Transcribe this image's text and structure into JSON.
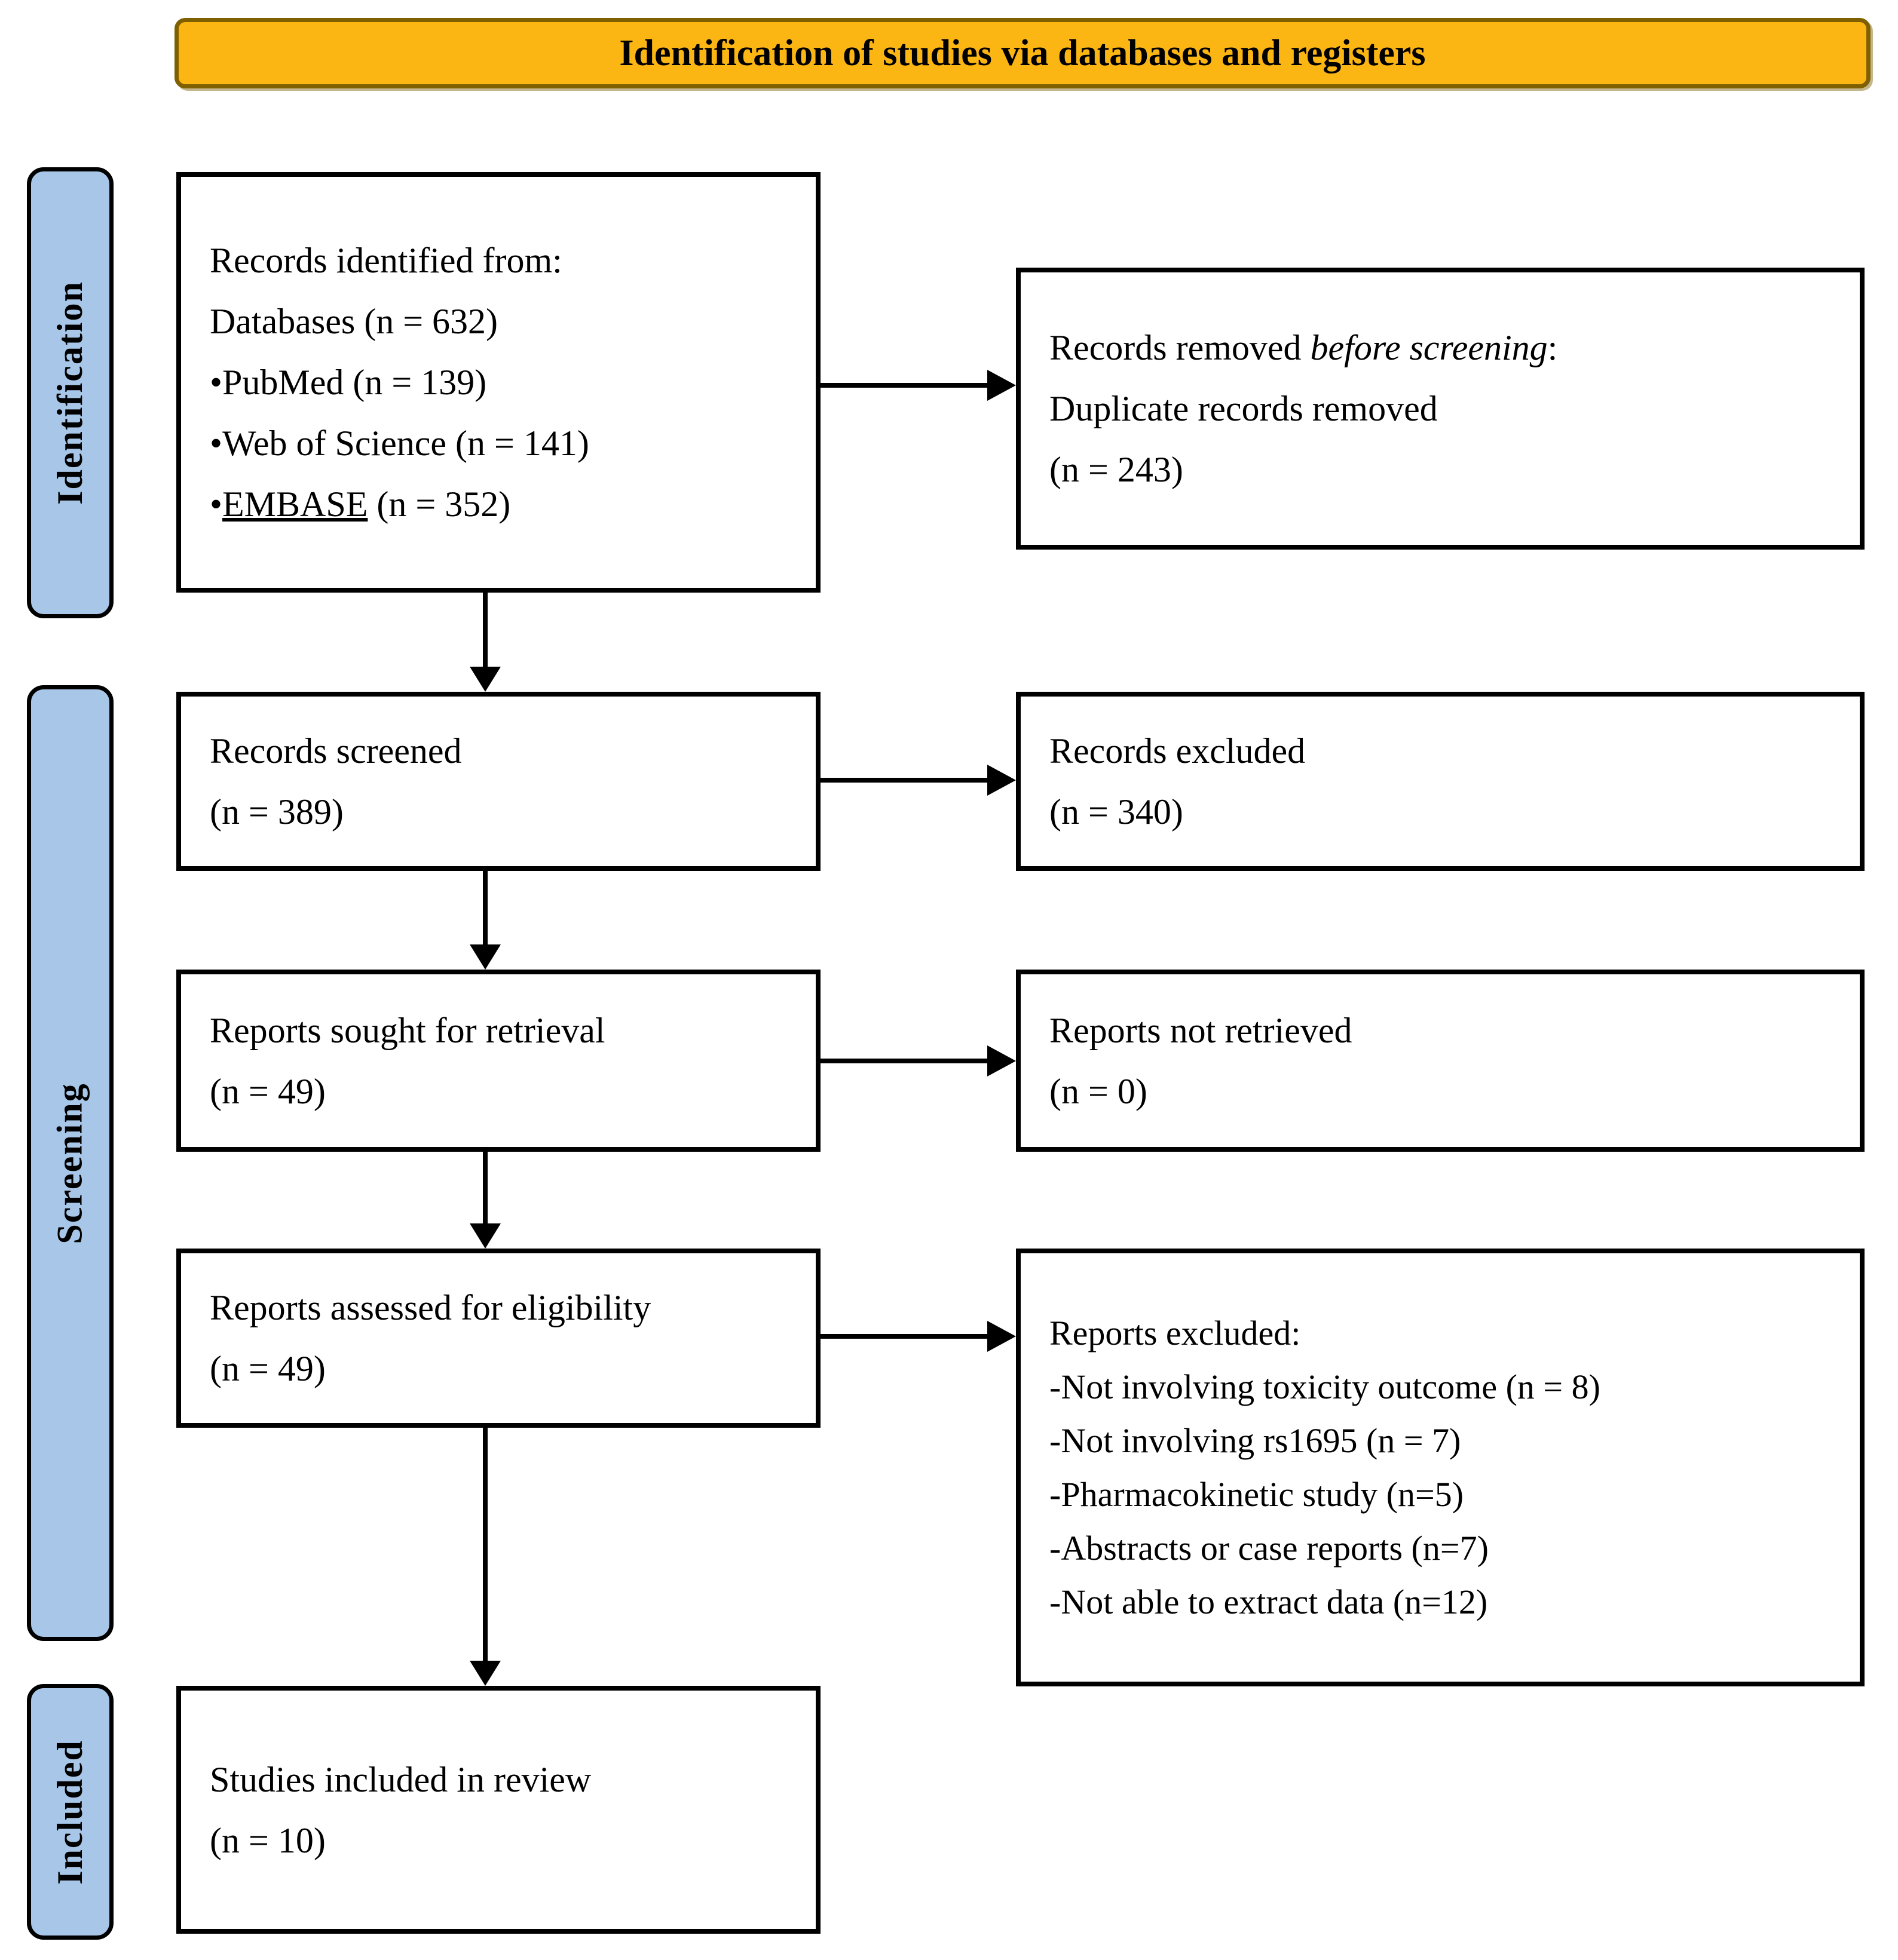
{
  "header": {
    "title": "Identification of studies via databases and registers"
  },
  "stages": [
    {
      "label": "Identification"
    },
    {
      "label": "Screening"
    },
    {
      "label": "Included"
    }
  ],
  "boxes": {
    "records_identified": {
      "lines": [
        [
          {
            "t": "Records identified from:"
          }
        ],
        [
          {
            "t": "Databases (n = 632)"
          }
        ],
        [
          {
            "t": "•PubMed (n = 139)"
          }
        ],
        [
          {
            "t": "•Web of Science (n = 141)"
          }
        ],
        [
          {
            "t": "•"
          },
          {
            "t": "EMBASE",
            "u": true
          },
          {
            "t": " (n = 352)"
          }
        ]
      ]
    },
    "records_removed": {
      "lines": [
        [
          {
            "t": "Records removed "
          },
          {
            "t": "before screening",
            "i": true
          },
          {
            "t": ":"
          }
        ],
        [
          {
            "t": "Duplicate records removed"
          }
        ],
        [
          {
            "t": "(n = 243)"
          }
        ]
      ]
    },
    "records_screened": {
      "lines": [
        [
          {
            "t": "Records screened"
          }
        ],
        [
          {
            "t": "(n = 389)"
          }
        ]
      ]
    },
    "records_excluded": {
      "lines": [
        [
          {
            "t": "Records excluded"
          }
        ],
        [
          {
            "t": "(n = 340)"
          }
        ]
      ]
    },
    "reports_sought": {
      "lines": [
        [
          {
            "t": "Reports sought for retrieval"
          }
        ],
        [
          {
            "t": "(n = 49)"
          }
        ]
      ]
    },
    "reports_not_retrieved": {
      "lines": [
        [
          {
            "t": "Reports not retrieved"
          }
        ],
        [
          {
            "t": "(n = 0)"
          }
        ]
      ]
    },
    "reports_assessed": {
      "lines": [
        [
          {
            "t": "Reports assessed for eligibility"
          }
        ],
        [
          {
            "t": "(n = 49)"
          }
        ]
      ]
    },
    "reports_excluded": {
      "lines": [
        [
          {
            "t": "Reports excluded:"
          }
        ],
        [
          {
            "t": "-Not involving toxicity outcome (n = 8)"
          }
        ],
        [
          {
            "t": "-Not involving rs1695 (n = 7)"
          }
        ],
        [
          {
            "t": "-Pharmacokinetic study (n=5)"
          }
        ],
        [
          {
            "t": "-Abstracts or case reports (n=7)"
          }
        ],
        [
          {
            "t": "-Not able to extract data (n=12)"
          }
        ]
      ]
    },
    "studies_included": {
      "lines": [
        [
          {
            "t": "Studies included in review"
          }
        ],
        [
          {
            "t": "(n = 10)"
          }
        ]
      ]
    }
  },
  "colors": {
    "header_fill": "#FCB614",
    "header_border": "#7F6000",
    "stage_fill": "#A8C7E8",
    "arrow_color": "#000000"
  }
}
